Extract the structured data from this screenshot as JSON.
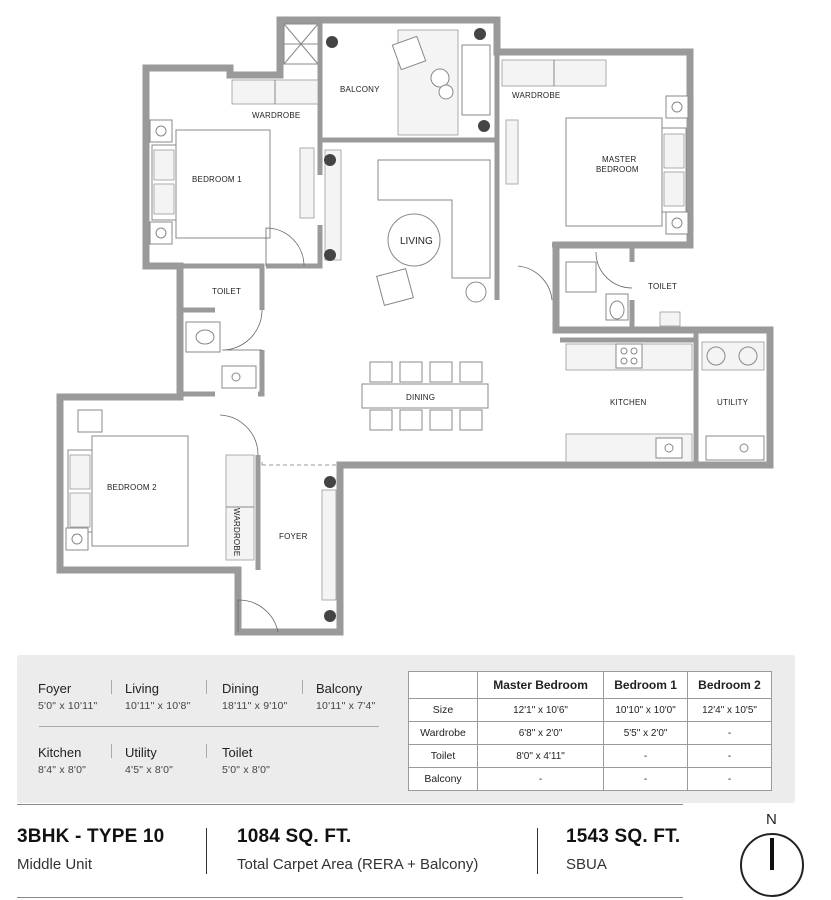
{
  "rooms": {
    "balcony": "BALCONY",
    "wardrobe_b1": "WARDROBE",
    "wardrobe_master": "WARDROBE",
    "bedroom1": "BEDROOM 1",
    "master_line1": "MASTER",
    "master_line2": "BEDROOM",
    "living": "LIVING",
    "toilet_left": "TOILET",
    "toilet_right": "TOILET",
    "dining": "DINING",
    "kitchen": "KITCHEN",
    "utility": "UTILITY",
    "bedroom2": "BEDROOM 2",
    "wardrobe_b2": "WARDROBE",
    "foyer": "FOYER"
  },
  "dimensions": [
    {
      "name": "Foyer",
      "value": "5'0\" x 10'11\""
    },
    {
      "name": "Living",
      "value": "10'11\" x 10'8\""
    },
    {
      "name": "Dining",
      "value": "18'11\" x 9'10\""
    },
    {
      "name": "Balcony",
      "value": "10'11\" x 7'4\""
    },
    {
      "name": "Kitchen",
      "value": "8'4\" x 8'0\""
    },
    {
      "name": "Utility",
      "value": "4'5\" x 8'0\""
    },
    {
      "name": "Toilet",
      "value": "5'0\" x 8'0\""
    }
  ],
  "table": {
    "headers": [
      "",
      "Master Bedroom",
      "Bedroom 1",
      "Bedroom 2"
    ],
    "rows": [
      [
        "Size",
        "12'1\" x 10'6\"",
        "10'10\" x 10'0\"",
        "12'4\" x 10'5\""
      ],
      [
        "Wardrobe",
        "6'8\" x 2'0\"",
        "5'5\" x 2'0\"",
        "-"
      ],
      [
        "Toilet",
        "8'0\" x 4'11\"",
        "-",
        "-"
      ],
      [
        "Balcony",
        "-",
        "-",
        "-"
      ]
    ]
  },
  "footer": {
    "type_title": "3BHK - TYPE 10",
    "type_sub": "Middle Unit",
    "carpet_title": "1084 SQ. FT.",
    "carpet_sub": "Total Carpet Area (RERA + Balcony)",
    "sbua_title": "1543 SQ. FT.",
    "sbua_sub": "SBUA"
  },
  "compass": {
    "label": "N"
  }
}
